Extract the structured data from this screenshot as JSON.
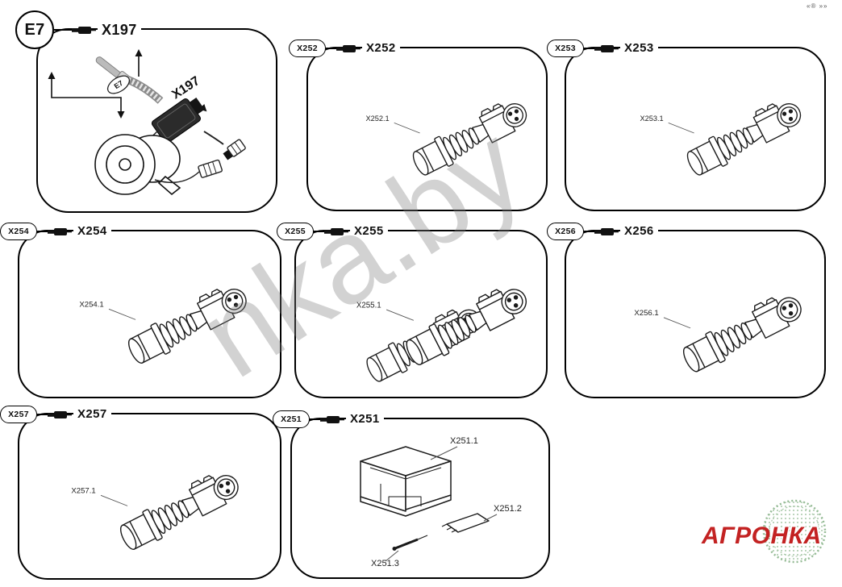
{
  "page": {
    "corner_mark": "«® »»",
    "watermark": "nka.by",
    "logo": {
      "part1": "АГРО",
      "part2": "НКА"
    }
  },
  "panels": [
    {
      "id": "e7",
      "badge": "E7",
      "label": "X197",
      "inner_tag": "E7",
      "inner_label": "X197"
    },
    {
      "id": "x252",
      "badge": "X252",
      "label": "X252",
      "sublabel": "X252.1"
    },
    {
      "id": "x253",
      "badge": "X253",
      "label": "X253",
      "sublabel": "X253.1"
    },
    {
      "id": "x254",
      "badge": "X254",
      "label": "X254",
      "sublabel": "X254.1"
    },
    {
      "id": "x255",
      "badge": "X255",
      "label": "X255",
      "sublabel": "X255.1"
    },
    {
      "id": "x256",
      "badge": "X256",
      "label": "X256",
      "sublabel": "X256.1"
    },
    {
      "id": "x257",
      "badge": "X257",
      "label": "X257",
      "sublabel": "X257.1"
    },
    {
      "id": "x251",
      "badge": "X251",
      "label": "X251",
      "sublabels": [
        "X251.1",
        "X251.2",
        "X251.3"
      ]
    }
  ]
}
